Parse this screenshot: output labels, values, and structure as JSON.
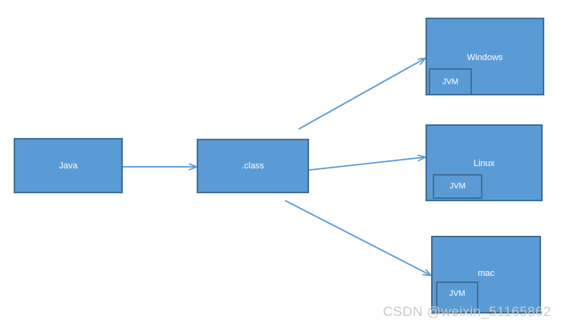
{
  "diagram": {
    "title": "Java compilation and JVM platform diagram",
    "colors": {
      "box_fill": "#5B9BD5",
      "box_border": "#41719C",
      "arrow": "#5B9BD5",
      "text": "#FFFFFF",
      "watermark": "#C9C9C9",
      "background": "#FFFFFF"
    },
    "source_box": {
      "label": "Java"
    },
    "intermediate_box": {
      "label": ".class"
    },
    "platforms": [
      {
        "label": "Windows",
        "runtime_label": "JVM"
      },
      {
        "label": "Linux",
        "runtime_label": "JVM"
      },
      {
        "label": "mac",
        "runtime_label": "JVM"
      }
    ],
    "arrows": [
      {
        "name": "java-to-class",
        "from": "Java",
        "to": ".class"
      },
      {
        "name": "class-to-windows",
        "from": ".class",
        "to": "Windows"
      },
      {
        "name": "class-to-linux",
        "from": ".class",
        "to": "Linux"
      },
      {
        "name": "class-to-mac",
        "from": ".class",
        "to": "mac"
      }
    ]
  },
  "watermark": {
    "text": "CSDN @weixin_51165862"
  }
}
